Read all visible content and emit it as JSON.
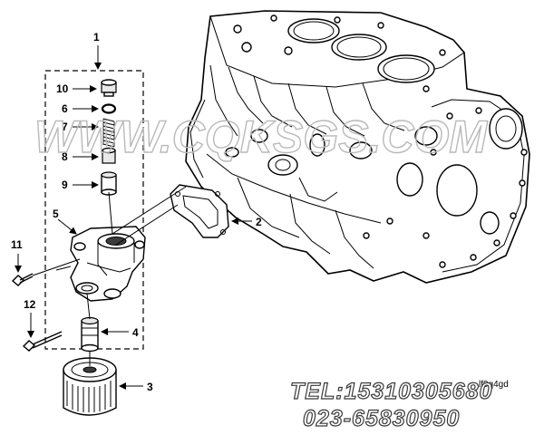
{
  "callouts": {
    "c1": "1",
    "c2": "2",
    "c3": "3",
    "c4": "4",
    "c5": "5",
    "c6": "6",
    "c7": "7",
    "c8": "8",
    "c9": "9",
    "c10": "10",
    "c11": "11",
    "c12": "12"
  },
  "watermark": {
    "site": "WWW.CQKSGS.COM",
    "tel": "TEL:15310305680",
    "phone": "023-65830950"
  },
  "figure_ref": "lf9q4gd"
}
